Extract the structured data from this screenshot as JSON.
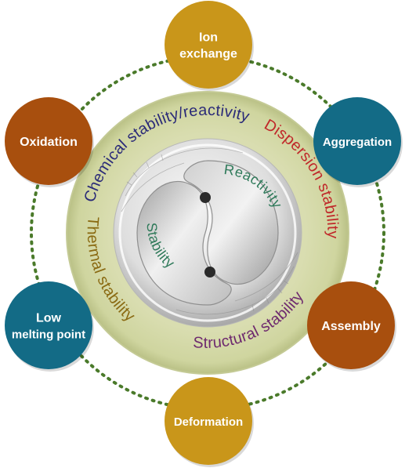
{
  "nodes": [
    {
      "lines": [
        "Ion",
        "exchange"
      ],
      "color": "#c9961a"
    },
    {
      "lines": [
        "Aggregation"
      ],
      "color": "#136b86"
    },
    {
      "lines": [
        "Assembly"
      ],
      "color": "#a84f0e"
    },
    {
      "lines": [
        "Deformation"
      ],
      "color": "#c9961a"
    },
    {
      "lines": [
        "Low",
        "melting point"
      ],
      "color": "#136b86"
    },
    {
      "lines": [
        "Oxidation"
      ],
      "color": "#a84f0e"
    }
  ],
  "ring_labels": {
    "chemical": {
      "text": "Chemical stability/reactivity",
      "color": "#2a2a78"
    },
    "dispersion": {
      "text": "Dispersion stability",
      "color": "#c0282a"
    },
    "structural": {
      "text": "Structural stability",
      "color": "#6e2a6e"
    },
    "thermal": {
      "text": "Thermal stability",
      "color": "#8a6a12"
    }
  },
  "core": {
    "reactivity": "Reactivity",
    "stability": "Stability"
  },
  "colors": {
    "ring": "#d6dcad",
    "dotted_circle": "#4a7a2a"
  }
}
